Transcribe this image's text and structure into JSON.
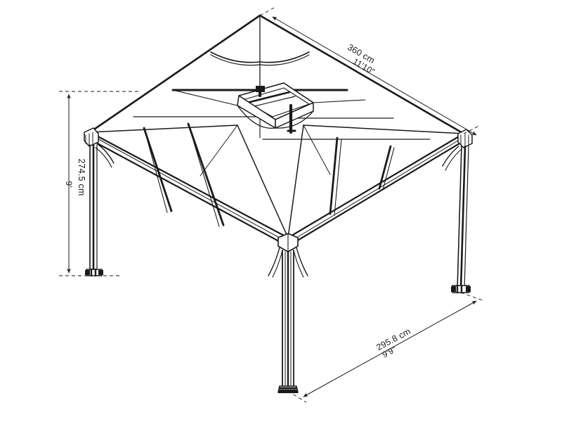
{
  "drawing": {
    "title": "Gazebo isometric dimension drawing",
    "background_color": "#ffffff",
    "line_color": "#1a1a1a",
    "panel_fill": "#ffffff",
    "dimension_color": "#1a1a1a"
  },
  "dimensions": {
    "roof_width": {
      "metric": "360 cm",
      "imperial": "11'10\"",
      "position": "top-right",
      "label_rotation_deg": 29
    },
    "height": {
      "metric": "274.5 cm",
      "imperial": "9'",
      "position": "left",
      "label_rotation_deg": 90
    },
    "base_depth": {
      "metric": "295.8 cm",
      "imperial": "9'9\"",
      "position": "bottom-right",
      "label_rotation_deg": -27
    }
  },
  "structure": {
    "roof_type": "hip-roof",
    "cupola": "center-roof-vent",
    "post_count": 4,
    "corner_braces": 4,
    "base_feet": "anchor-plates"
  }
}
